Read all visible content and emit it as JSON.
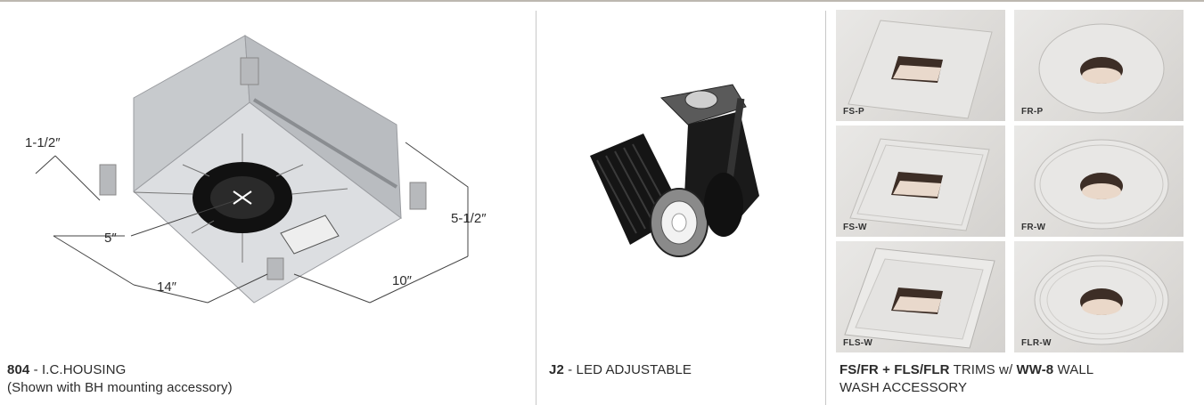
{
  "housing": {
    "caption_bold": "804",
    "caption_rest": " - I.C.HOUSING",
    "caption_line2": "(Shown with BH mounting accessory)",
    "dims": {
      "a": "1-1/2″",
      "b": "5″",
      "c": "14″",
      "d": "10″",
      "e": "5-1/2″"
    }
  },
  "j2": {
    "caption_bold": "J2",
    "caption_rest": " - LED ADJUSTABLE"
  },
  "trims": {
    "caption_b1": "FS/FR + FLS/FLR",
    "caption_t1": " TRIMS w/ ",
    "caption_b2": "WW-8",
    "caption_t2": " WALL",
    "caption_line2": "WASH ACCESSORY",
    "tiles": [
      {
        "label": "FS-P",
        "shape": "square",
        "variant": "pinhole"
      },
      {
        "label": "FR-P",
        "shape": "round",
        "variant": "pinhole"
      },
      {
        "label": "FS-W",
        "shape": "square",
        "variant": "wide"
      },
      {
        "label": "FR-W",
        "shape": "round",
        "variant": "wide"
      },
      {
        "label": "FLS-W",
        "shape": "square",
        "variant": "flange"
      },
      {
        "label": "FLR-W",
        "shape": "round",
        "variant": "flange"
      }
    ]
  },
  "colors": {
    "rule": "#bdb8b0",
    "text": "#2b2b2b",
    "housing_metal": "#d7d9dc",
    "aperture": "#111111"
  }
}
